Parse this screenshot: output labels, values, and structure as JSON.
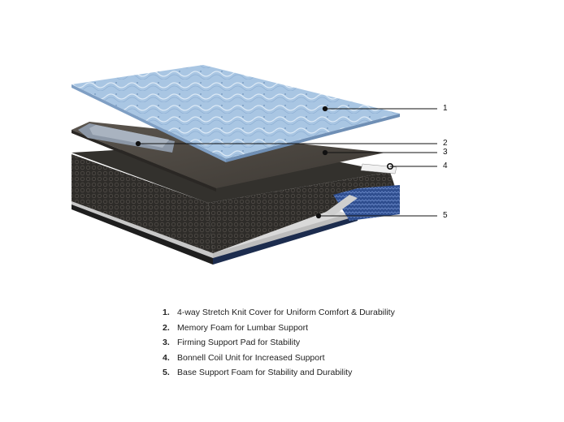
{
  "callouts": [
    {
      "number": "1",
      "text": "4-way Stretch Knit Cover for Uniform Comfort & Durability"
    },
    {
      "number": "2",
      "text": "Memory Foam for Lumbar Support"
    },
    {
      "number": "3",
      "text": "Firming Support Pad for Stability"
    },
    {
      "number": "4",
      "text": "Bonnell Coil Unit for Increased Support"
    },
    {
      "number": "5",
      "text": "Base Support Foam for Stability and Durability"
    }
  ],
  "legend": [
    {
      "number": "1.",
      "text": "4-way Stretch Knit Cover for Uniform Comfort & Durability"
    },
    {
      "number": "2.",
      "text": "Memory Foam for Lumbar Support"
    },
    {
      "number": "3.",
      "text": "Firming Support Pad for Stability"
    },
    {
      "number": "4.",
      "text": "Bonnell Coil Unit for Increased Support"
    },
    {
      "number": "5.",
      "text": "Base Support Foam for Stability and Durability"
    }
  ],
  "colors": {
    "cover": "#a9c6e3",
    "base_side": "#2f4e8f",
    "pad": "#4a4540",
    "foam": "#2b2a27"
  }
}
